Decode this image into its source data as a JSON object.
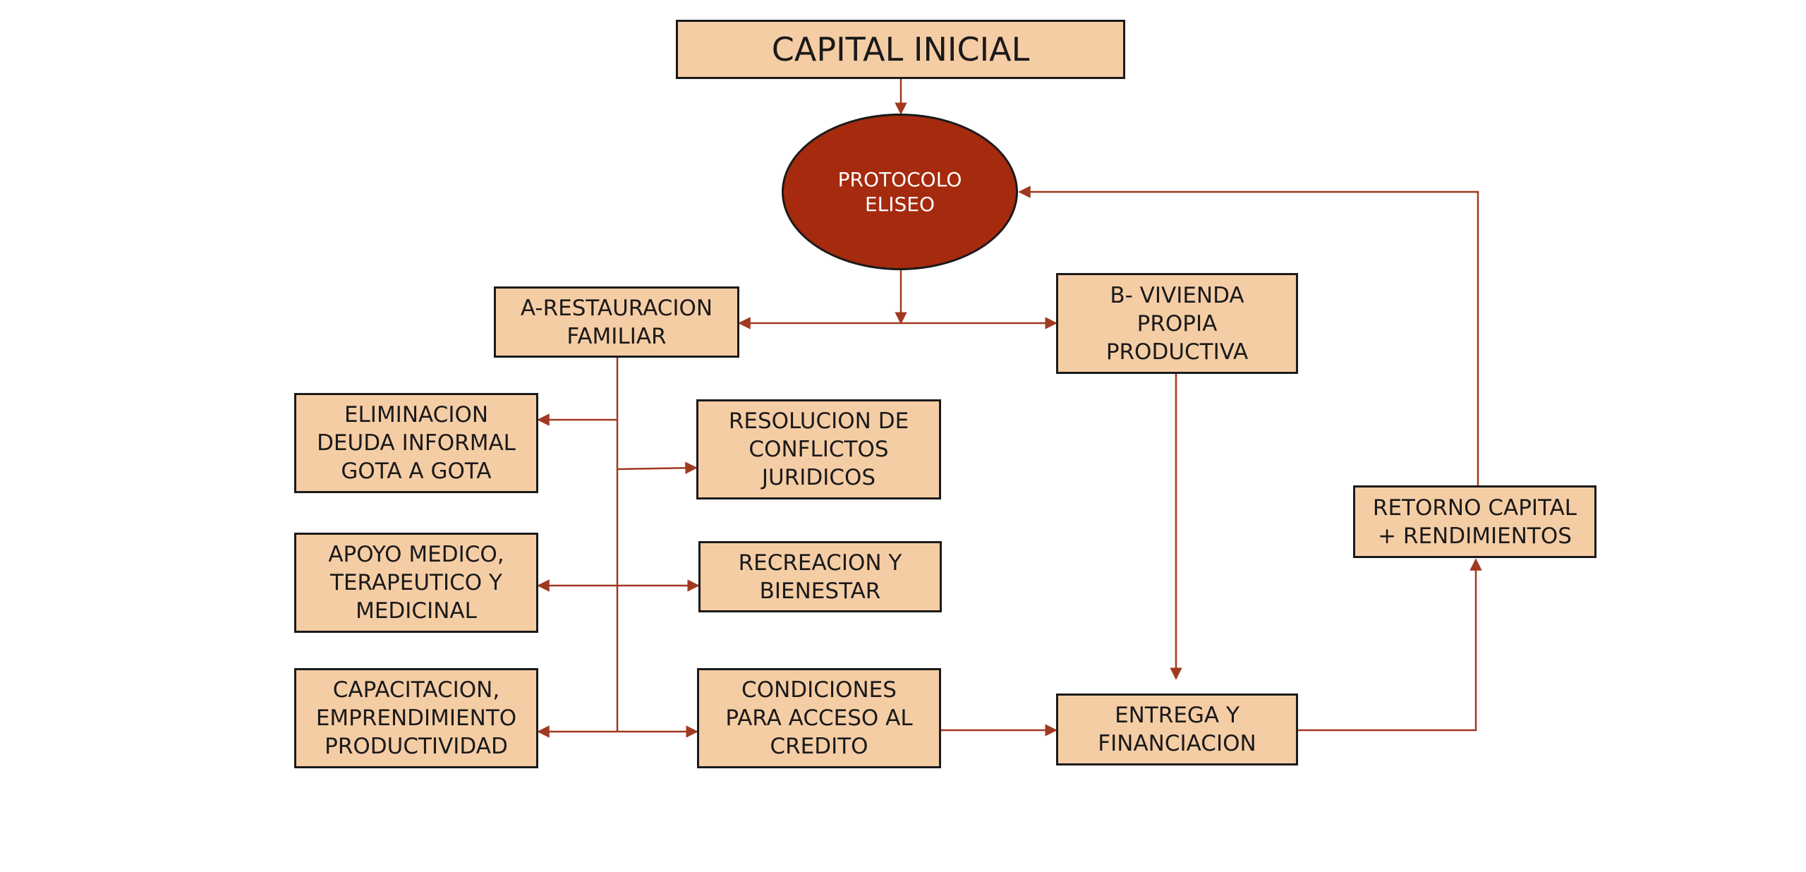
{
  "colors": {
    "box_fill": "#f5cda5",
    "box_border": "#1a1a1a",
    "ellipse_fill": "#a52a0e",
    "connector": "#a0391f"
  },
  "nodes": {
    "capital_inicial": "CAPITAL INICIAL",
    "protocolo_eliseo": "PROTOCOLO\nELISEO",
    "restauracion_familiar": "A-RESTAURACION\nFAMILIAR",
    "vivienda_propia": "B- VIVIENDA\nPROPIA\nPRODUCTIVA",
    "eliminacion_deuda": "ELIMINACION\nDEUDA INFORMAL\nGOTA A GOTA",
    "resolucion_conflictos": "RESOLUCION DE\nCONFLICTOS\nJURIDICOS",
    "apoyo_medico": "APOYO MEDICO,\nTERAPEUTICO Y\nMEDICINAL",
    "recreacion_bienestar": "RECREACION Y\nBIENESTAR",
    "capacitacion": "CAPACITACION,\nEMPRENDIMIENTO\nPRODUCTIVIDAD",
    "condiciones_credito": "CONDICIONES\nPARA ACCESO AL\nCREDITO",
    "entrega_financiacion": "ENTREGA Y\nFINANCIACION",
    "retorno_capital": "RETORNO CAPITAL\n+ RENDIMIENTOS"
  }
}
